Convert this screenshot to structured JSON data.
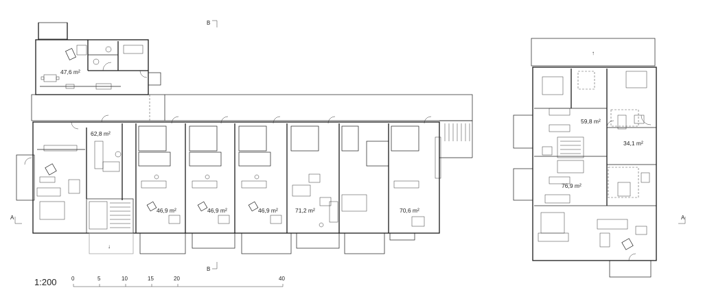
{
  "scale": {
    "ratio_label": "1:200",
    "ticks": [
      "0",
      "5",
      "10",
      "15",
      "20",
      "40"
    ]
  },
  "section_marks": {
    "a_left": "A",
    "a_right": "A",
    "b_top": "B",
    "b_bottom": "B"
  },
  "north_arrow": "↑",
  "down_arrow": "↓",
  "areas": {
    "unit_top_left": "47,6 m²",
    "unit_left": "62,8 m²",
    "unit_1": "46,9 m²",
    "unit_2": "46,9 m²",
    "unit_3": "46,9 m²",
    "unit_4": "71,2 m²",
    "unit_5": "70,6 m²",
    "right_top": "59,8 m²",
    "right_mid": "34,1 m²",
    "right_low": "76,9 m²"
  }
}
